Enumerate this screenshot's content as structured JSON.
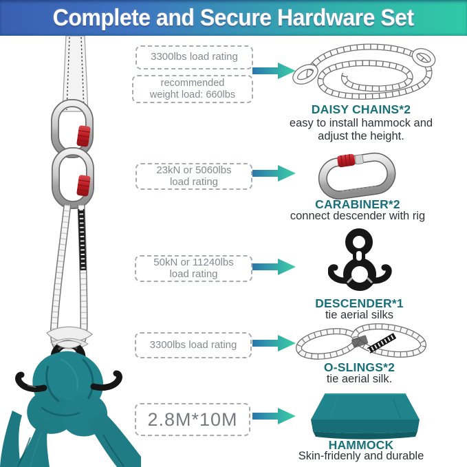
{
  "header": {
    "title": "Complete and Secure Hardware Set"
  },
  "colors": {
    "banner_left": "#3a5fb0",
    "banner_right": "#2fc9a7",
    "arrow_left": "#2a77ad",
    "arrow_right": "#3bd0a6",
    "label_teal": "#17707a",
    "hammock_teal": "#1f848c",
    "carabiner_red": "#b9191f"
  },
  "icons": {
    "arrow": "arrow-right"
  },
  "rows": [
    {
      "name": "daisy-chains",
      "spec1": "3300lbs load rating",
      "spec2_line1": "recommended",
      "spec2_line2": "weight load: 660lbs",
      "label": "DAISY CHAINS*2",
      "desc_line1": "easy to install hammock and",
      "desc_line2": "adjust the height."
    },
    {
      "name": "carabiner",
      "spec_line1": "23kN or 5060lbs",
      "spec_line2": "load rating",
      "label": "CARABINER*2",
      "desc": "connect descender with rig"
    },
    {
      "name": "descender",
      "spec_line1": "50kN or 11240lbs",
      "spec_line2": "load rating",
      "label": "DESCENDER*1",
      "desc": "tie aerial silks"
    },
    {
      "name": "o-slings",
      "spec": "3300lbs load rating",
      "label": "O-SLINGS*2",
      "desc": "tie aerial silk."
    },
    {
      "name": "hammock",
      "spec": "2.8M*10M",
      "label": "HAMMOCK",
      "desc": "Skin-fridenly and durable"
    }
  ]
}
